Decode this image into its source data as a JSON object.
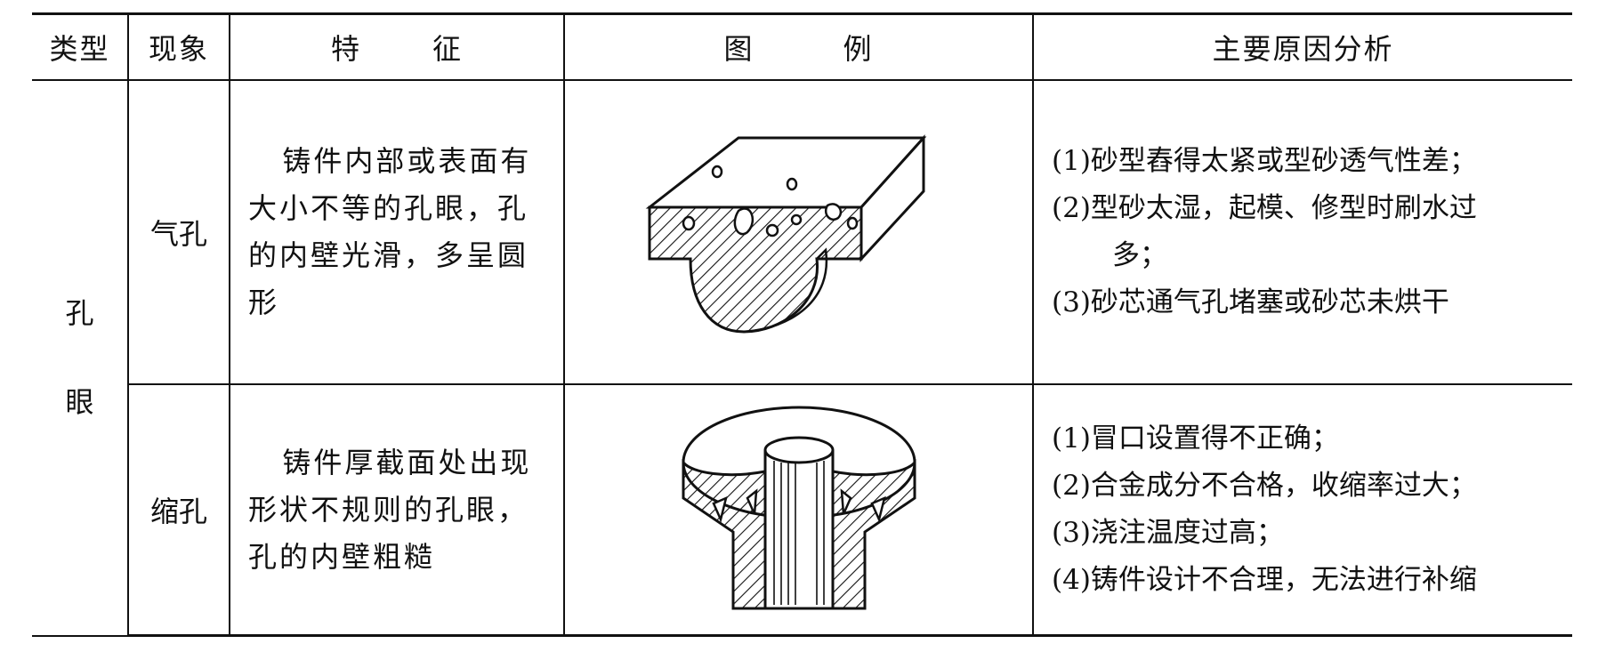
{
  "table": {
    "headers": {
      "type": "类型",
      "phenomenon": "现象",
      "feature_a": "特",
      "feature_b": "征",
      "figure_a": "图",
      "figure_b": "例",
      "cause": "主要原因分析"
    },
    "type_label_1": "孔",
    "type_label_2": "眼",
    "rows": [
      {
        "phenomenon": "气孔",
        "feature": "铸件内部或表面有大小不等的孔眼，孔的内壁光滑，多呈圆形",
        "causes": [
          "(1)砂型舂得太紧或型砂透气性差；",
          "(2)型砂太湿，起模、修型时刷水过",
          "多；",
          "(3)砂芯通气孔堵塞或砂芯未烘干"
        ]
      },
      {
        "phenomenon": "缩孔",
        "feature": "铸件厚截面处出现形状不规则的孔眼，孔的内壁粗糙",
        "causes": [
          "(1)冒口设置得不正确；",
          "(2)合金成分不合格，收缩率过大；",
          "(3)浇注温度过高；",
          "(4)铸件设计不合理，无法进行补缩"
        ]
      }
    ]
  }
}
